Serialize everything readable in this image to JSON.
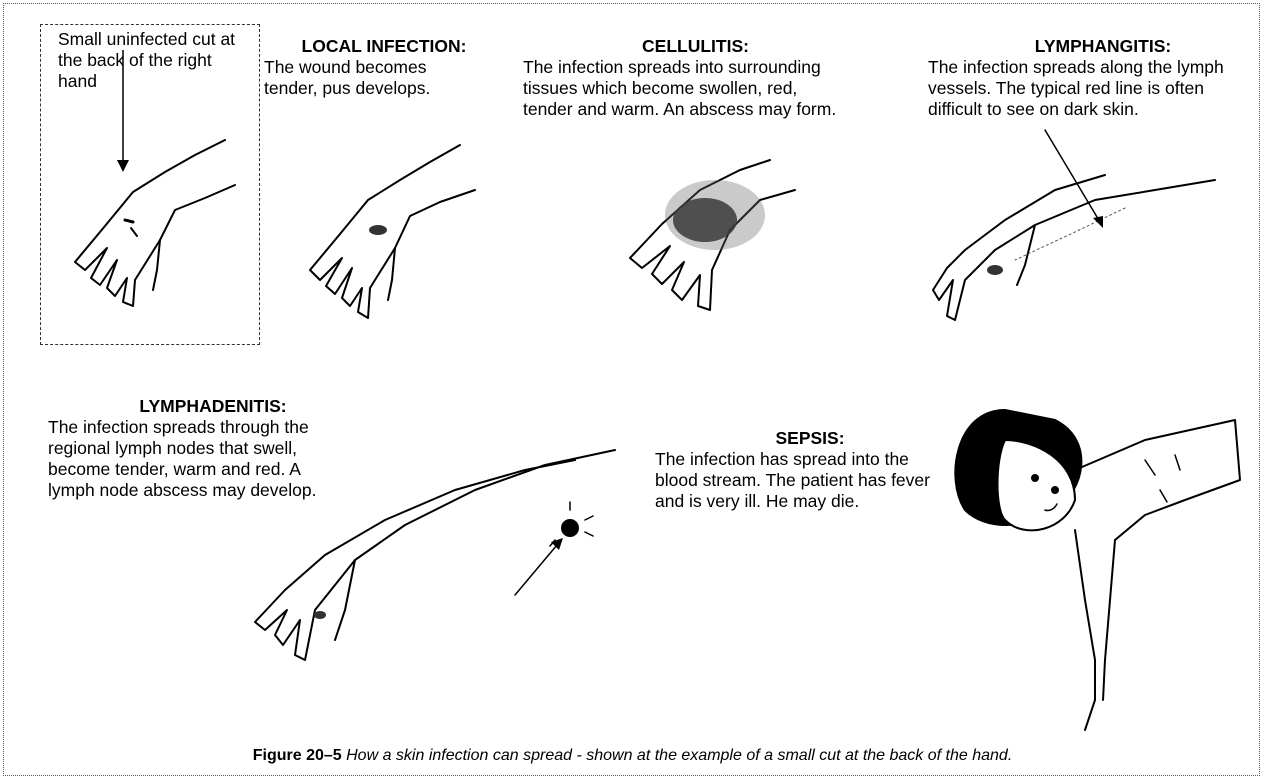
{
  "panels": {
    "uninfected": {
      "text": "Small uninfected cut at the back of the right hand"
    },
    "local": {
      "title": "LOCAL INFECTION",
      "colon": ":",
      "text": "The wound becomes tender, pus develops."
    },
    "cellulitis": {
      "title": "CELLULITIS",
      "colon": ":",
      "text": "The infection spreads into surrounding tissues which become swollen, red, tender and warm. An abscess may form."
    },
    "lymphangitis": {
      "title": "LYMPHANGITIS",
      "colon": ":",
      "text": "The infection spreads along the lymph vessels. The typical red line is often difficult to see on dark skin."
    },
    "lymphadenitis": {
      "title": "LYMPHADENITIS",
      "colon": ":",
      "text": "The infection spreads through the regional lymph nodes that swell, become tender, warm and red. A lymph node abscess may develop."
    },
    "sepsis": {
      "title": "SEPSIS",
      "colon": ":",
      "text": "The infection has spread into the blood stream. The patient has fever and is very ill. He may die."
    }
  },
  "caption": {
    "figure": "Figure 20–5",
    "text": " How a skin infection can spread - shown at the example of a small cut at the back of the hand."
  },
  "colors": {
    "ink": "#000000",
    "border": "#555555"
  },
  "icons": [
    "hand-drawing",
    "arm-drawing",
    "patient-drawing",
    "pointer-arrow"
  ]
}
